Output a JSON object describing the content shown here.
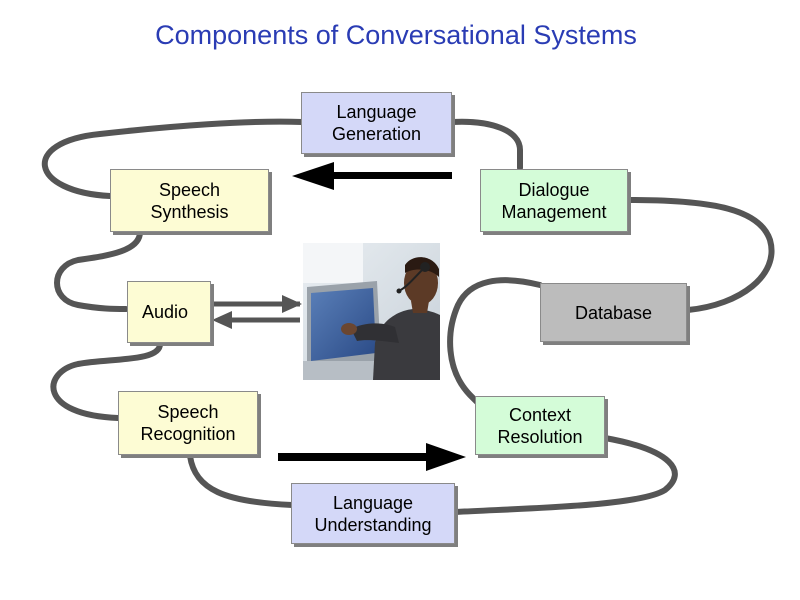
{
  "title": "Components of Conversational Systems",
  "boxes": {
    "language_generation": {
      "label": "Language\nGeneration",
      "color": "#d4d8f8"
    },
    "speech_synthesis": {
      "label": "Speech\nSynthesis",
      "color": "#fdfcd4"
    },
    "dialogue_management": {
      "label": "Dialogue\nManagement",
      "color": "#d4fcd8"
    },
    "audio": {
      "label": "Audio",
      "color": "#fdfcd4"
    },
    "database": {
      "label": "Database",
      "color": "#bcbcbc"
    },
    "speech_recognition": {
      "label": "Speech\nRecognition",
      "color": "#fdfcd4"
    },
    "context_resolution": {
      "label": "Context\nResolution",
      "color": "#d4fcd8"
    },
    "language_understanding": {
      "label": "Language\nUnderstanding",
      "color": "#d4d8f8"
    }
  },
  "colors": {
    "title": "#2a3cb4",
    "loop_line": "#555555",
    "arrow": "#000000"
  },
  "photo": {
    "description_icon": "person-at-computer-photo"
  }
}
